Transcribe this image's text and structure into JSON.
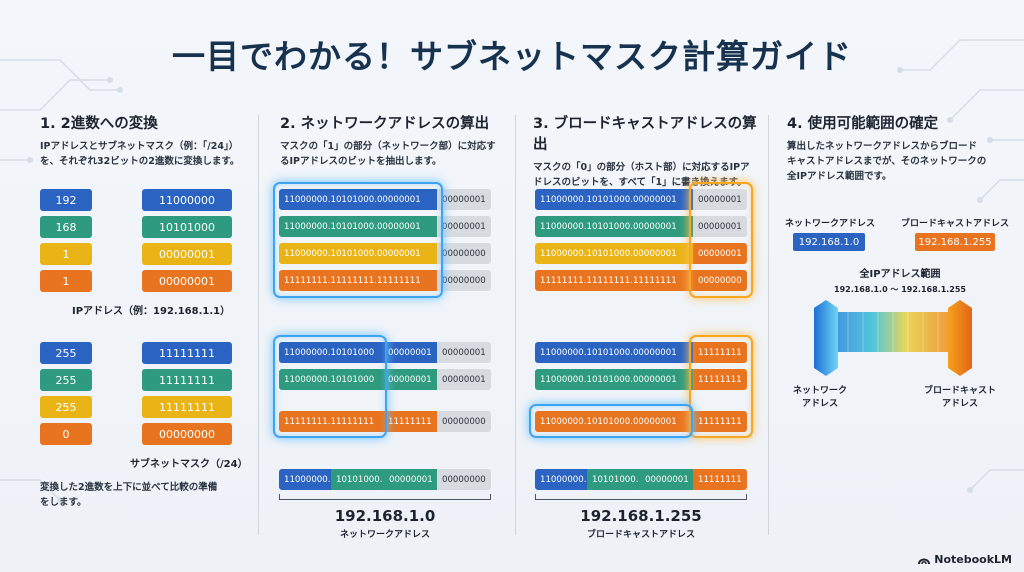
{
  "title": "一目でわかる！サブネットマスク計算ガイド",
  "col1": {
    "heading": "1. 2進数への変換",
    "desc1": "IPアドレスとサブネットマスク（例：「/24」）",
    "desc2": "を、それぞれ32ビットの2進数に変換します。",
    "ip_rows": [
      {
        "dec": "192",
        "bin": "11000000"
      },
      {
        "dec": "168",
        "bin": "10101000"
      },
      {
        "dec": "1",
        "bin": "00000001"
      },
      {
        "dec": "1",
        "bin": "00000001"
      }
    ],
    "ip_caption": "IPアドレス（例：192.168.1.1）",
    "mask_rows": [
      {
        "dec": "255",
        "bin": "11111111"
      },
      {
        "dec": "255",
        "bin": "11111111"
      },
      {
        "dec": "255",
        "bin": "11111111"
      },
      {
        "dec": "0",
        "bin": "00000000"
      }
    ],
    "mask_caption": "サブネットマスク（/24）",
    "footer1": "変換した2進数を上下に並べて比較の準備",
    "footer2": "をします。"
  },
  "col2": {
    "heading": "2. ネットワークアドレスの算出",
    "desc1": "マスクの「1」の部分（ネットワーク部）に対応す",
    "desc2": "るIPアドレスのビットを抽出します。",
    "top_rows": [
      {
        "main": "11000000.10101000.00000001",
        "tail": "00000001"
      },
      {
        "main": "11000000.10101000.00000001",
        "tail": "00000001"
      },
      {
        "main": "11000000.10101000.00000001",
        "tail": "00000000"
      },
      {
        "main": "11111111.11111111.11111111",
        "tail": "00000000"
      }
    ],
    "mid_rows": [
      {
        "a": "11000000.10101000",
        "b": "00000001",
        "tail": "00000001"
      },
      {
        "a": "11000000.10101000",
        "b": "00000001",
        "tail": "00000001"
      },
      {
        "a": "11111111.11111111",
        "b": "11111111",
        "tail": "00000000"
      }
    ],
    "result_row": {
      "a": "11000000.",
      "b": "10101000.",
      "c": "00000001",
      "tail": "00000000"
    },
    "result_value": "192.168.1.0",
    "result_label": "ネットワークアドレス"
  },
  "col3": {
    "heading": "3. ブロードキャストアドレスの算出",
    "desc1": "マスクの「0」の部分（ホスト部）に対応するIPア",
    "desc2": "ドレスのビットを、すべて「1」に書き換えます。",
    "top_rows": [
      {
        "main": "11000000.10101000.00000001",
        "tail": "00000001"
      },
      {
        "main": "11000000.10101000.00000001",
        "tail": "00000001"
      },
      {
        "main": "11000000.10101000.00000001",
        "tail": "00000001"
      },
      {
        "main": "11111111.11111111.11111111",
        "tail": "00000000"
      }
    ],
    "mid_rows": [
      {
        "main": "11000000.10101000.00000001",
        "tail": "11111111"
      },
      {
        "main": "11000000.10101000.00000001",
        "tail": "11111111"
      },
      {
        "main": "11000000.10101000.00000001",
        "tail": "11111111"
      }
    ],
    "result_row": {
      "a": "11000000.",
      "b": "10101000.",
      "c": "00000001",
      "tail": "11111111"
    },
    "result_value": "192.168.1.255",
    "result_label": "ブロードキャストアドレス"
  },
  "col4": {
    "heading": "4. 使用可能範囲の確定",
    "desc1": "算出したネットワークアドレスからブロード",
    "desc2": "キャストアドレスまでが、そのネットワークの",
    "desc3": "全IPアドレス範囲です。",
    "net_label": "ネットワークアドレス",
    "net_value": "192.168.1.0",
    "bc_label": "ブロードキャストアドレス",
    "bc_value": "192.168.1.255",
    "range_title": "全IPアドレス範囲",
    "range_value": "192.168.1.0 〜 192.168.1.255",
    "left_bottom1": "ネットワーク",
    "left_bottom2": "アドレス",
    "right_bottom1": "ブロードキャスト",
    "right_bottom2": "アドレス"
  },
  "logo": "NotebookLM",
  "colors": {
    "blue": "#2a63c2",
    "teal": "#2e9a7e",
    "yellow": "#eab416",
    "orange": "#e9741f"
  }
}
